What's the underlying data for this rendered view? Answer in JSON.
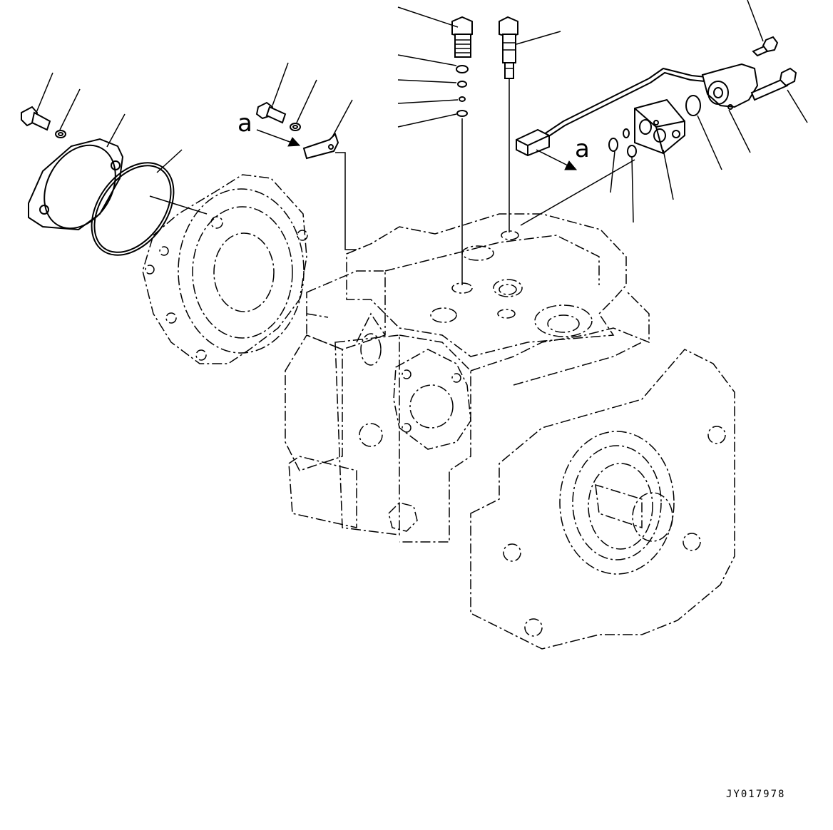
{
  "view_labels": {
    "left": "a",
    "right": "a"
  },
  "drawing_code": "JY017978",
  "colors": {
    "ink": "#000000",
    "paper": "#ffffff"
  }
}
